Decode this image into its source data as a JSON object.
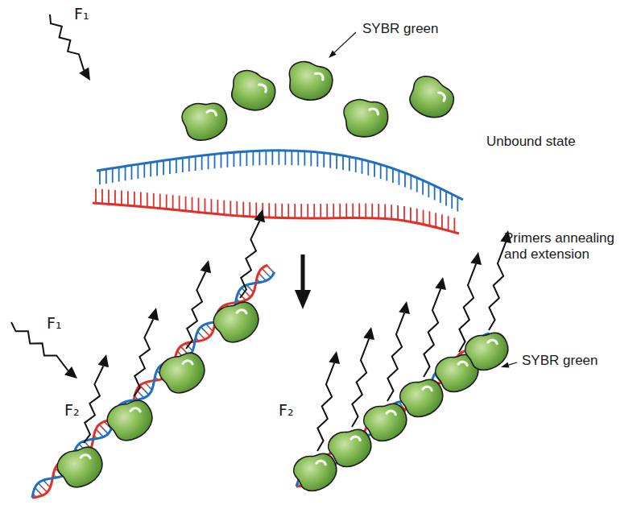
{
  "diagram": {
    "labels": [
      "F₁",
      "SYBR green",
      "Unbound state",
      "F₁",
      "F₂",
      "Primers annealing and extension",
      "F₂",
      "SYBR green"
    ]
  }
}
